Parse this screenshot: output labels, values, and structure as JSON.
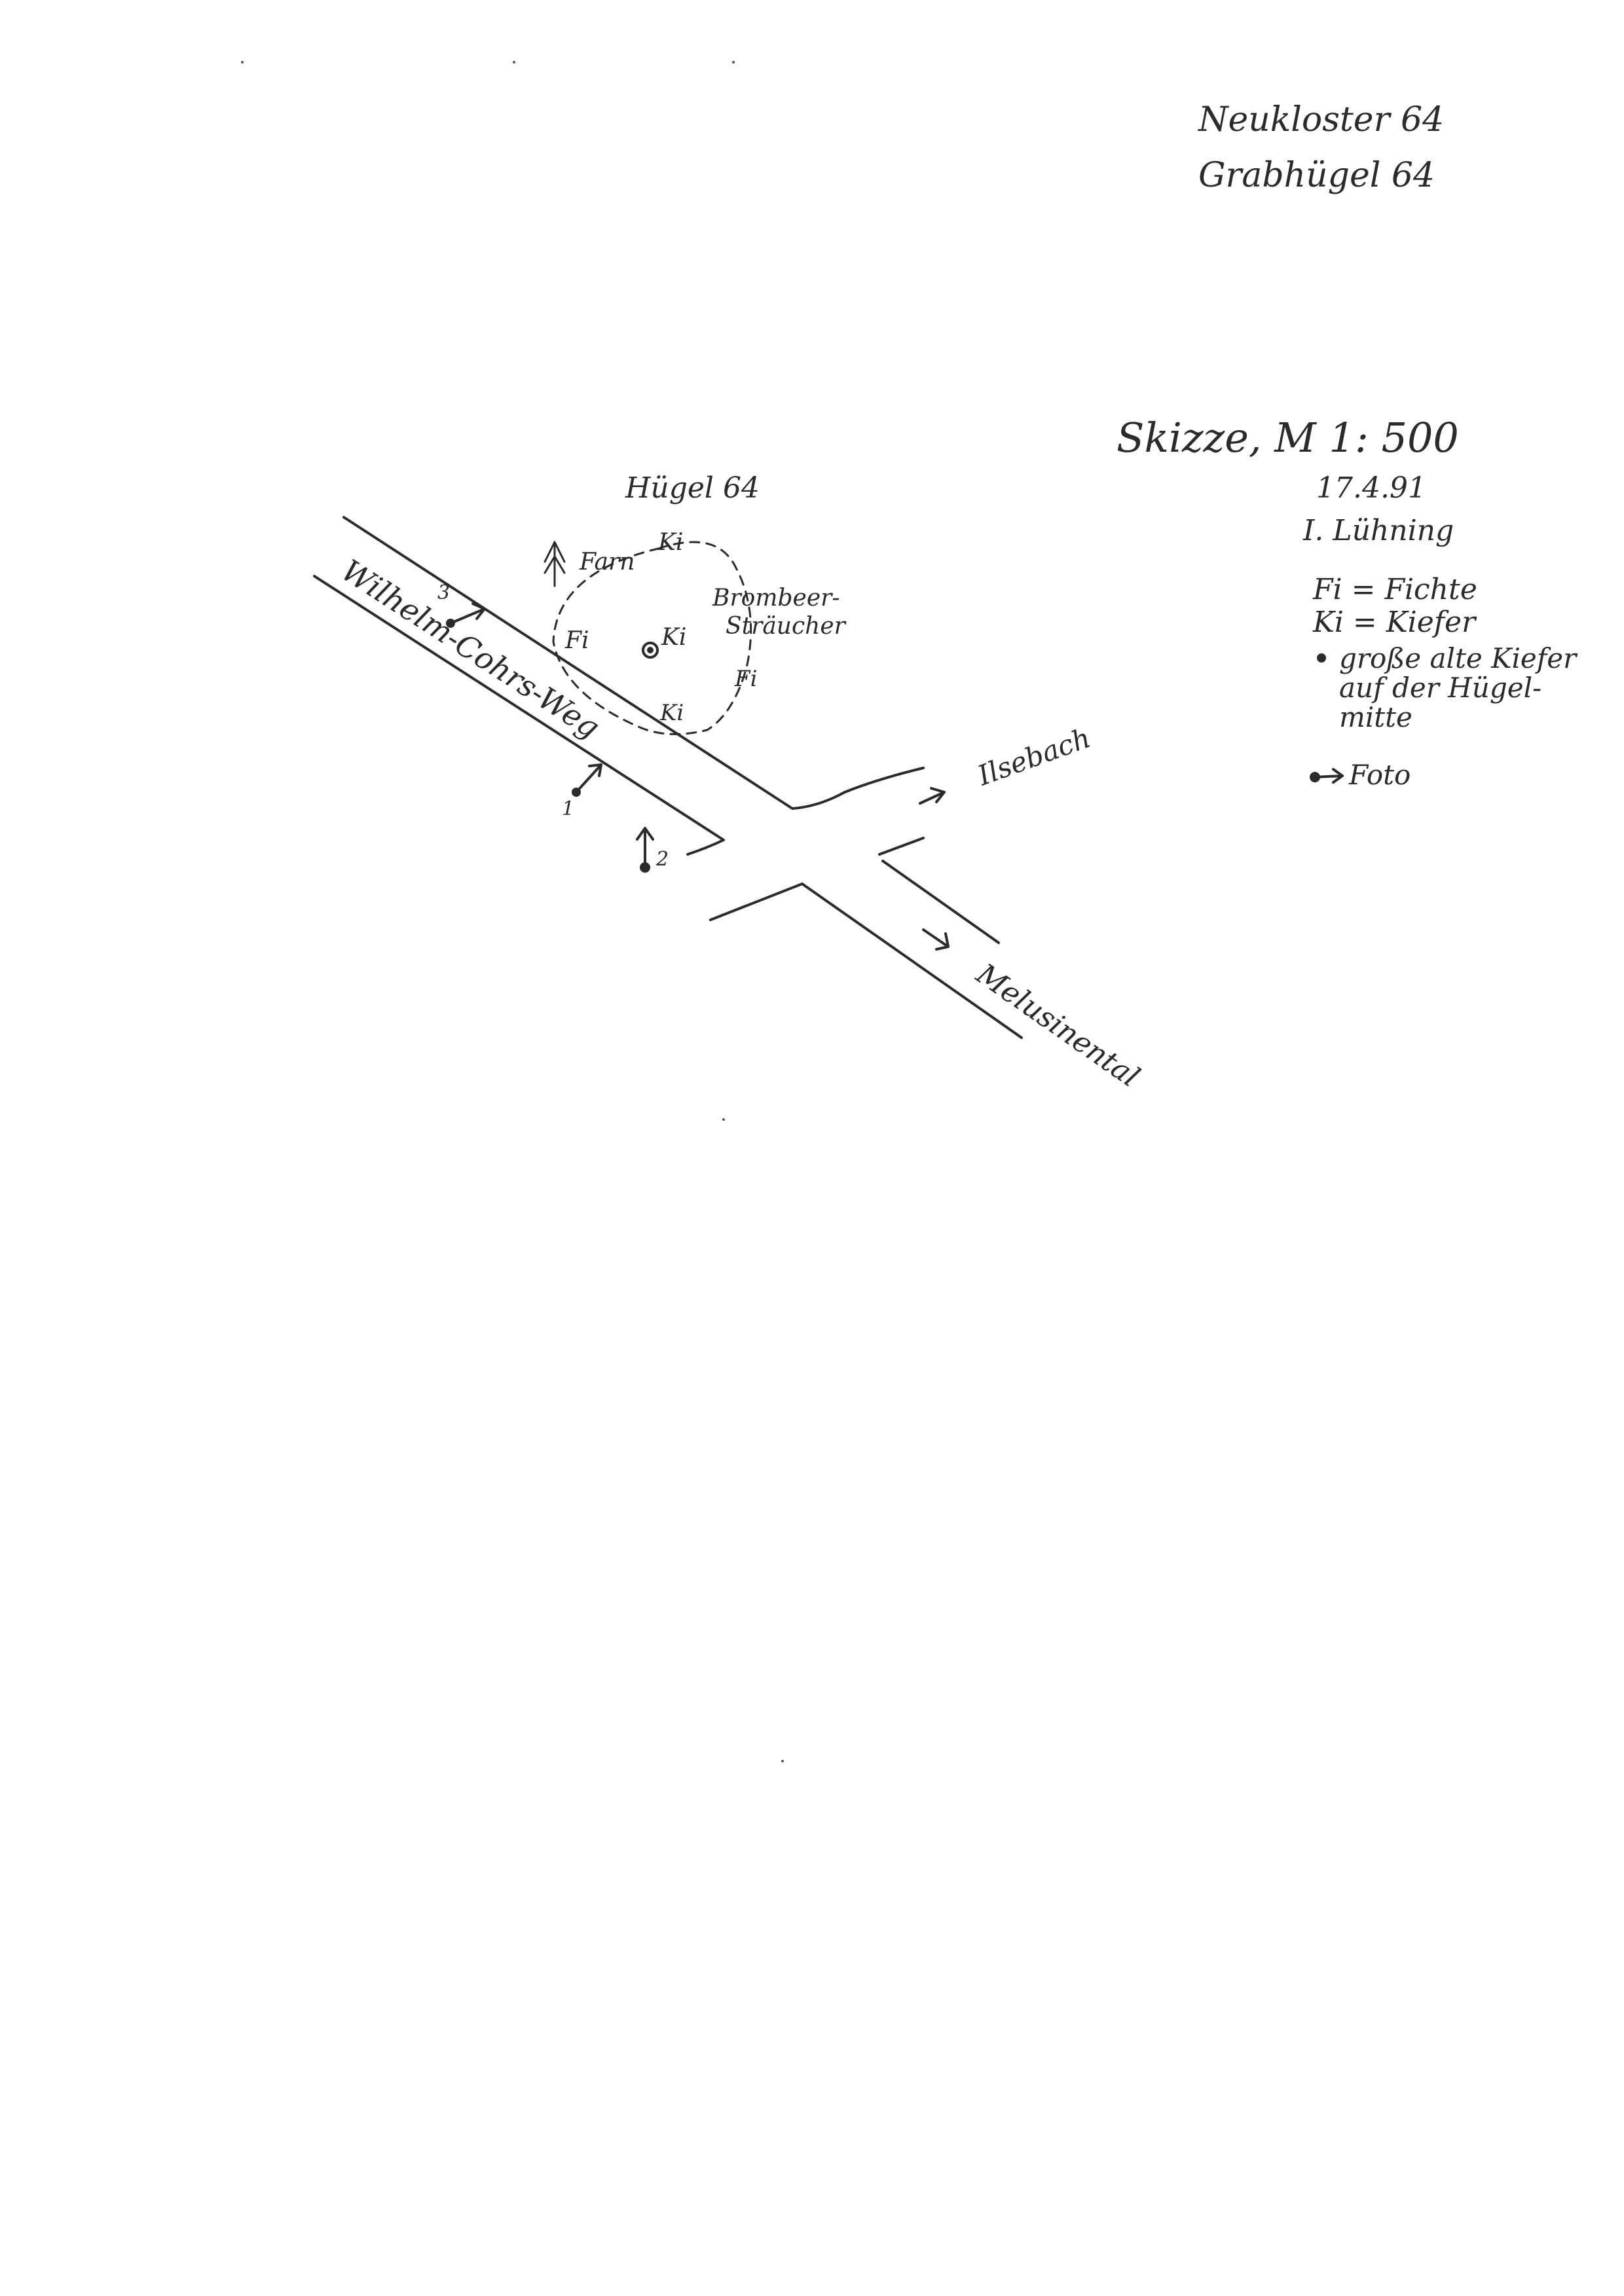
{
  "header": {
    "line1": "Neukloster 64",
    "line2": "Grabhügel 64"
  },
  "sketch_info": {
    "scale": "Skizze, M 1: 500",
    "date": "17.4.91",
    "author": "I. Lühning"
  },
  "legend": {
    "fi": "Fi = Fichte",
    "ki": "Ki = Kiefer",
    "big_pine_line1": "große alte Kiefer",
    "big_pine_line2": "auf der Hügel-",
    "big_pine_line3": "mitte",
    "photo": "Foto"
  },
  "map": {
    "mound_title": "Hügel 64",
    "road_wilhelm": "Wilhelm-Cohrs-Weg",
    "road_ilsebach": "Ilsebach",
    "road_melusinental": "Melusinental",
    "fern": "Farn",
    "brambles_line1": "Brombeer-",
    "brambles_line2": "Sträucher",
    "tree_ki_top": "Ki",
    "tree_ki_center": "Ki",
    "tree_ki_bottom": "Ki",
    "tree_fi_left": "Fi",
    "tree_fi_right": "Fi",
    "photo_1": "1",
    "photo_2": "2",
    "photo_3": "3"
  }
}
